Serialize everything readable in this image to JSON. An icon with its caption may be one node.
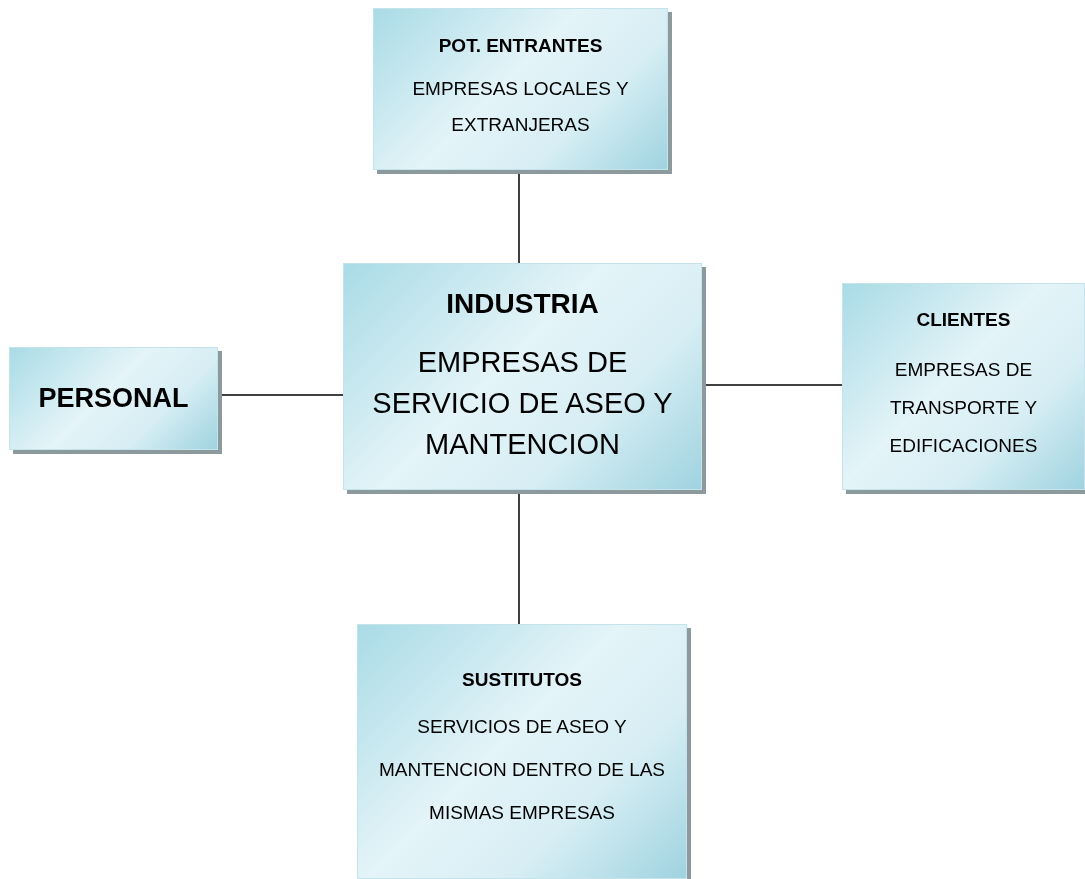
{
  "diagram": {
    "nodes": [
      {
        "text": [
          "POT. ENTRANTES",
          "EMPRESAS LOCALES Y EXTRANJERAS"
        ]
      },
      {
        "text": [
          "INDUSTRIA",
          "EMPRESAS DE SERVICIO DE ASEO Y MANTENCION"
        ]
      },
      {
        "text": [
          "PERSONAL"
        ]
      },
      {
        "text": [
          "CLIENTES",
          "EMPRESAS DE TRANSPORTE Y EDIFICACIONES"
        ]
      },
      {
        "text": [
          "SUSTITUTOS",
          "SERVICIOS DE ASEO Y MANTENCION DENTRO DE LAS MISMAS EMPRESAS"
        ]
      }
    ],
    "edges": [
      {
        "from": 0,
        "to": 1,
        "arrow": "none"
      },
      {
        "from": 1,
        "to": 2,
        "arrow": "none"
      },
      {
        "from": 1,
        "to": 3,
        "arrow": "none"
      },
      {
        "from": 1,
        "to": 4,
        "arrow": "none"
      }
    ]
  }
}
